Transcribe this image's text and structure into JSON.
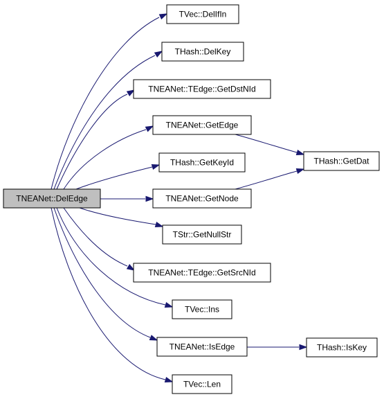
{
  "graph": {
    "colors": {
      "edge": "#191970",
      "node_fill": "#ffffff",
      "root_fill": "#bfbfbf",
      "border": "#000000"
    },
    "nodes": [
      {
        "id": "root",
        "label": "TNEANet::DelEdge",
        "root": true
      },
      {
        "id": "n1",
        "label": "TVec::DelIfIn"
      },
      {
        "id": "n2",
        "label": "THash::DelKey"
      },
      {
        "id": "n3",
        "label": "TNEANet::TEdge::GetDstNId"
      },
      {
        "id": "n4",
        "label": "TNEANet::GetEdge"
      },
      {
        "id": "n5",
        "label": "THash::GetKeyId"
      },
      {
        "id": "n6",
        "label": "TNEANet::GetNode"
      },
      {
        "id": "n7",
        "label": "TStr::GetNullStr"
      },
      {
        "id": "n8",
        "label": "TNEANet::TEdge::GetSrcNId"
      },
      {
        "id": "n9",
        "label": "TVec::Ins"
      },
      {
        "id": "n10",
        "label": "TNEANet::IsEdge"
      },
      {
        "id": "n11",
        "label": "TVec::Len"
      },
      {
        "id": "n12",
        "label": "THash::GetDat"
      },
      {
        "id": "n13",
        "label": "THash::IsKey"
      }
    ],
    "edges": [
      {
        "from": "root",
        "to": "n1"
      },
      {
        "from": "root",
        "to": "n2"
      },
      {
        "from": "root",
        "to": "n3"
      },
      {
        "from": "root",
        "to": "n4"
      },
      {
        "from": "root",
        "to": "n5"
      },
      {
        "from": "root",
        "to": "n6"
      },
      {
        "from": "root",
        "to": "n7"
      },
      {
        "from": "root",
        "to": "n8"
      },
      {
        "from": "root",
        "to": "n9"
      },
      {
        "from": "root",
        "to": "n10"
      },
      {
        "from": "root",
        "to": "n11"
      },
      {
        "from": "n4",
        "to": "n12"
      },
      {
        "from": "n6",
        "to": "n12"
      },
      {
        "from": "n10",
        "to": "n13"
      }
    ]
  }
}
